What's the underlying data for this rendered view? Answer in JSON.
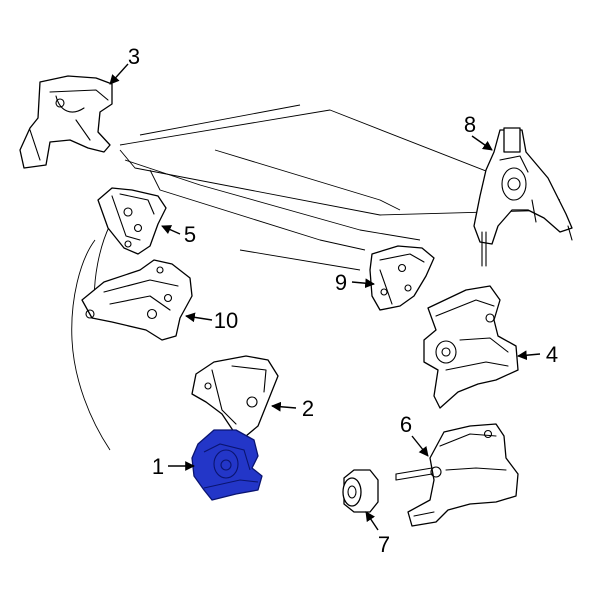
{
  "highlight_color": "#2336c8",
  "callouts": [
    {
      "id": "part-1",
      "label": "1"
    },
    {
      "id": "part-2",
      "label": "2"
    },
    {
      "id": "part-3",
      "label": "3"
    },
    {
      "id": "part-4",
      "label": "4"
    },
    {
      "id": "part-5",
      "label": "5"
    },
    {
      "id": "part-6",
      "label": "6"
    },
    {
      "id": "part-7",
      "label": "7"
    },
    {
      "id": "part-8",
      "label": "8"
    },
    {
      "id": "part-9",
      "label": "9"
    },
    {
      "id": "part-10",
      "label": "10"
    }
  ]
}
